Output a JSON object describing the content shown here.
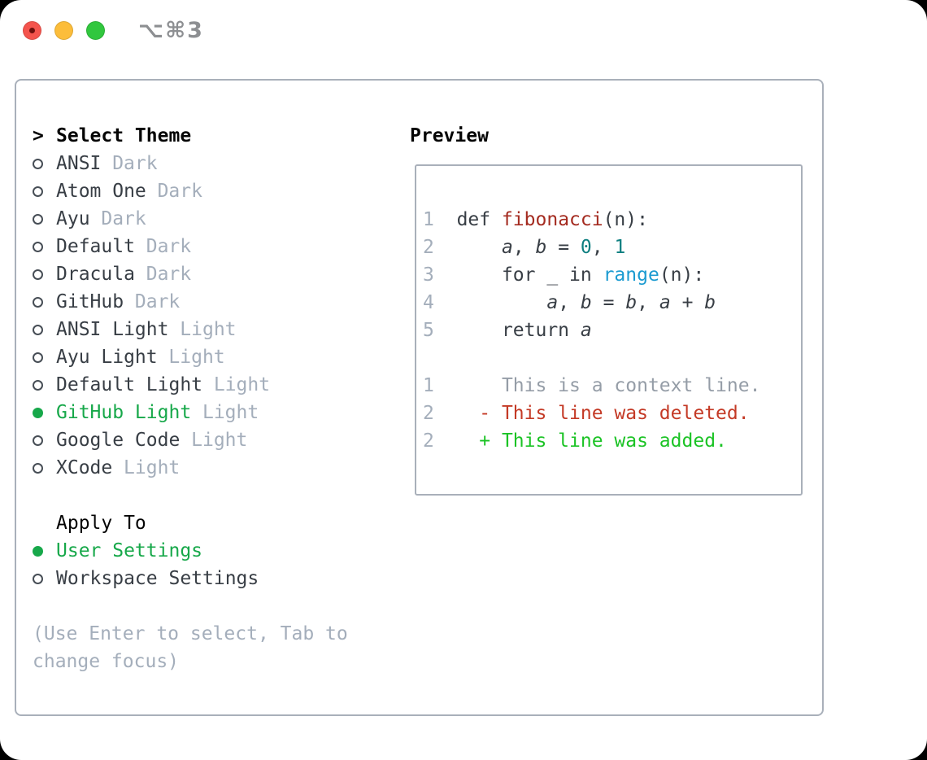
{
  "window": {
    "shortcut_label": "⌥⌘3",
    "traffic_lights": [
      {
        "name": "close",
        "color": "#f4544d"
      },
      {
        "name": "minimize",
        "color": "#fcbd3a"
      },
      {
        "name": "zoom",
        "color": "#31c73e"
      }
    ]
  },
  "theme_picker": {
    "header_marker": ">",
    "header_label": "Select Theme",
    "themes": [
      {
        "name": "ANSI",
        "variant": "Dark",
        "selected": false
      },
      {
        "name": "Atom One",
        "variant": "Dark",
        "selected": false
      },
      {
        "name": "Ayu",
        "variant": "Dark",
        "selected": false
      },
      {
        "name": "Default",
        "variant": "Dark",
        "selected": false
      },
      {
        "name": "Dracula",
        "variant": "Dark",
        "selected": false
      },
      {
        "name": "GitHub",
        "variant": "Dark",
        "selected": false
      },
      {
        "name": "ANSI Light",
        "variant": "Light",
        "selected": false
      },
      {
        "name": "Ayu Light",
        "variant": "Light",
        "selected": false
      },
      {
        "name": "Default Light",
        "variant": "Light",
        "selected": false
      },
      {
        "name": "GitHub Light",
        "variant": "Light",
        "selected": true
      },
      {
        "name": "Google Code",
        "variant": "Light",
        "selected": false
      },
      {
        "name": "XCode",
        "variant": "Light",
        "selected": false
      }
    ],
    "apply_to_label": "Apply To",
    "apply_to_options": [
      {
        "name": "User Settings",
        "selected": true
      },
      {
        "name": "Workspace Settings",
        "selected": false
      }
    ],
    "hint_lines": [
      "(Use Enter to select, Tab to",
      "change focus)"
    ]
  },
  "preview": {
    "title": "Preview",
    "code_lines": [
      {
        "kind": "code",
        "segs": [
          [
            "ln",
            "1"
          ],
          [
            "pl",
            "  "
          ],
          [
            "kw",
            "def "
          ],
          [
            "fn",
            "fibonacci"
          ],
          [
            "pl",
            "(n):"
          ]
        ]
      },
      {
        "kind": "code",
        "segs": [
          [
            "ln",
            "2"
          ],
          [
            "pl",
            "      "
          ],
          [
            "va",
            "a"
          ],
          [
            "pl",
            ", "
          ],
          [
            "va",
            "b"
          ],
          [
            "pl",
            " = "
          ],
          [
            "nu",
            "0"
          ],
          [
            "pl",
            ", "
          ],
          [
            "nu",
            "1"
          ]
        ]
      },
      {
        "kind": "code",
        "segs": [
          [
            "ln",
            "3"
          ],
          [
            "pl",
            "      for _ in "
          ],
          [
            "ca",
            "range"
          ],
          [
            "pl",
            "(n):"
          ]
        ]
      },
      {
        "kind": "code",
        "segs": [
          [
            "ln",
            "4"
          ],
          [
            "pl",
            "          "
          ],
          [
            "va",
            "a"
          ],
          [
            "pl",
            ", "
          ],
          [
            "va",
            "b"
          ],
          [
            "pl",
            " = "
          ],
          [
            "va",
            "b"
          ],
          [
            "pl",
            ", "
          ],
          [
            "va",
            "a"
          ],
          [
            "pl",
            " + "
          ],
          [
            "va",
            "b"
          ]
        ]
      },
      {
        "kind": "code",
        "segs": [
          [
            "ln",
            "5"
          ],
          [
            "pl",
            "      return "
          ],
          [
            "va",
            "a"
          ]
        ]
      },
      {
        "kind": "blank",
        "segs": []
      },
      {
        "kind": "diff-context",
        "segs": [
          [
            "ln",
            "1"
          ],
          [
            "ctx",
            "      This is a context line."
          ]
        ]
      },
      {
        "kind": "diff-deleted",
        "segs": [
          [
            "ln",
            "2"
          ],
          [
            "pl",
            "    "
          ],
          [
            "del",
            "- This line was deleted."
          ]
        ]
      },
      {
        "kind": "diff-added",
        "segs": [
          [
            "ln",
            "2"
          ],
          [
            "pl",
            "    "
          ],
          [
            "add",
            "+ This line was added."
          ]
        ]
      }
    ]
  },
  "colors": {
    "selection_green": "#17a84a",
    "added_green": "#1bc325",
    "deleted_red": "#c43a26",
    "function_red": "#a42b20",
    "number_teal": "#0e7f80",
    "builtin_blue": "#1b9bd1",
    "muted_gray": "#a4aebb",
    "text_dark": "#383e45",
    "border_gray": "#a9b0ba"
  }
}
